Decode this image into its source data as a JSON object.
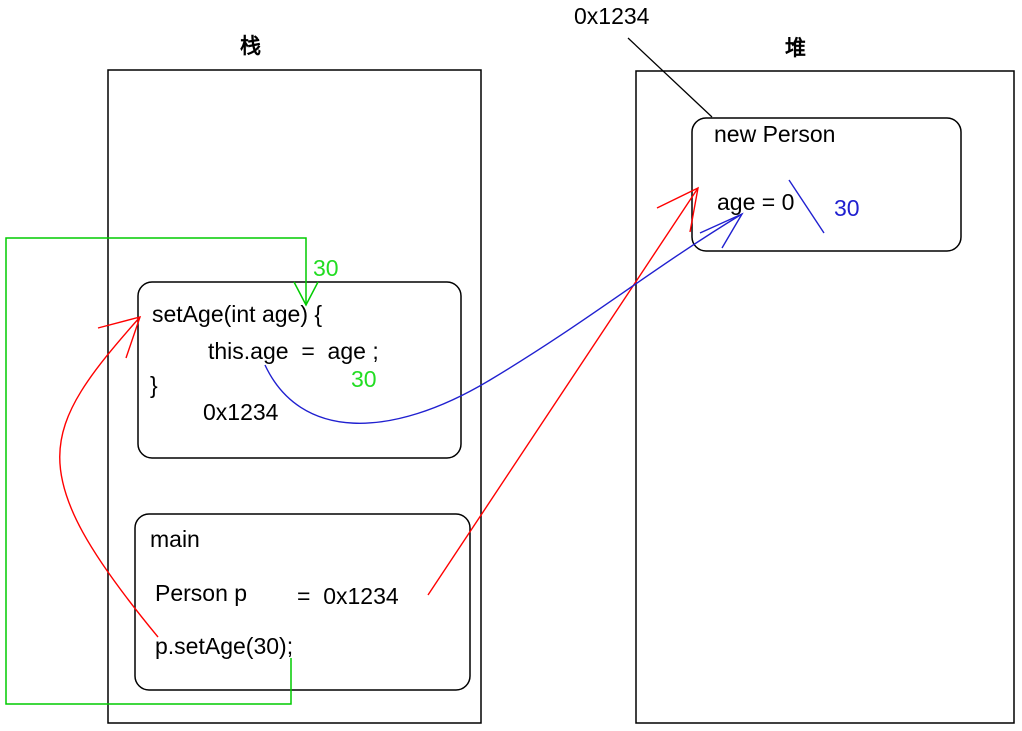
{
  "labels": {
    "stack_title": "栈",
    "heap_title": "堆",
    "heap_address": "0x1234"
  },
  "heap": {
    "object_title": "new Person",
    "age_field": "age = 0",
    "age_new_value": "30"
  },
  "stack": {
    "setage_frame": {
      "signature": "setAge(int age) {",
      "body": "this.age  =  age ;",
      "closing_brace": "}",
      "this_value": "0x1234",
      "param_value": "30",
      "assigned_value": "30"
    },
    "main_frame": {
      "title": "main",
      "var_decl": "Person p",
      "var_value": "=  0x1234",
      "call": "p.setAge(30);"
    }
  },
  "colors": {
    "ink": "#000000",
    "pointer_arrow": "#ff0000",
    "assign_arrow": "#2020d0",
    "param_arrow": "#00cc00",
    "new_value": "#2020d0",
    "param_value": "#22dd22"
  }
}
